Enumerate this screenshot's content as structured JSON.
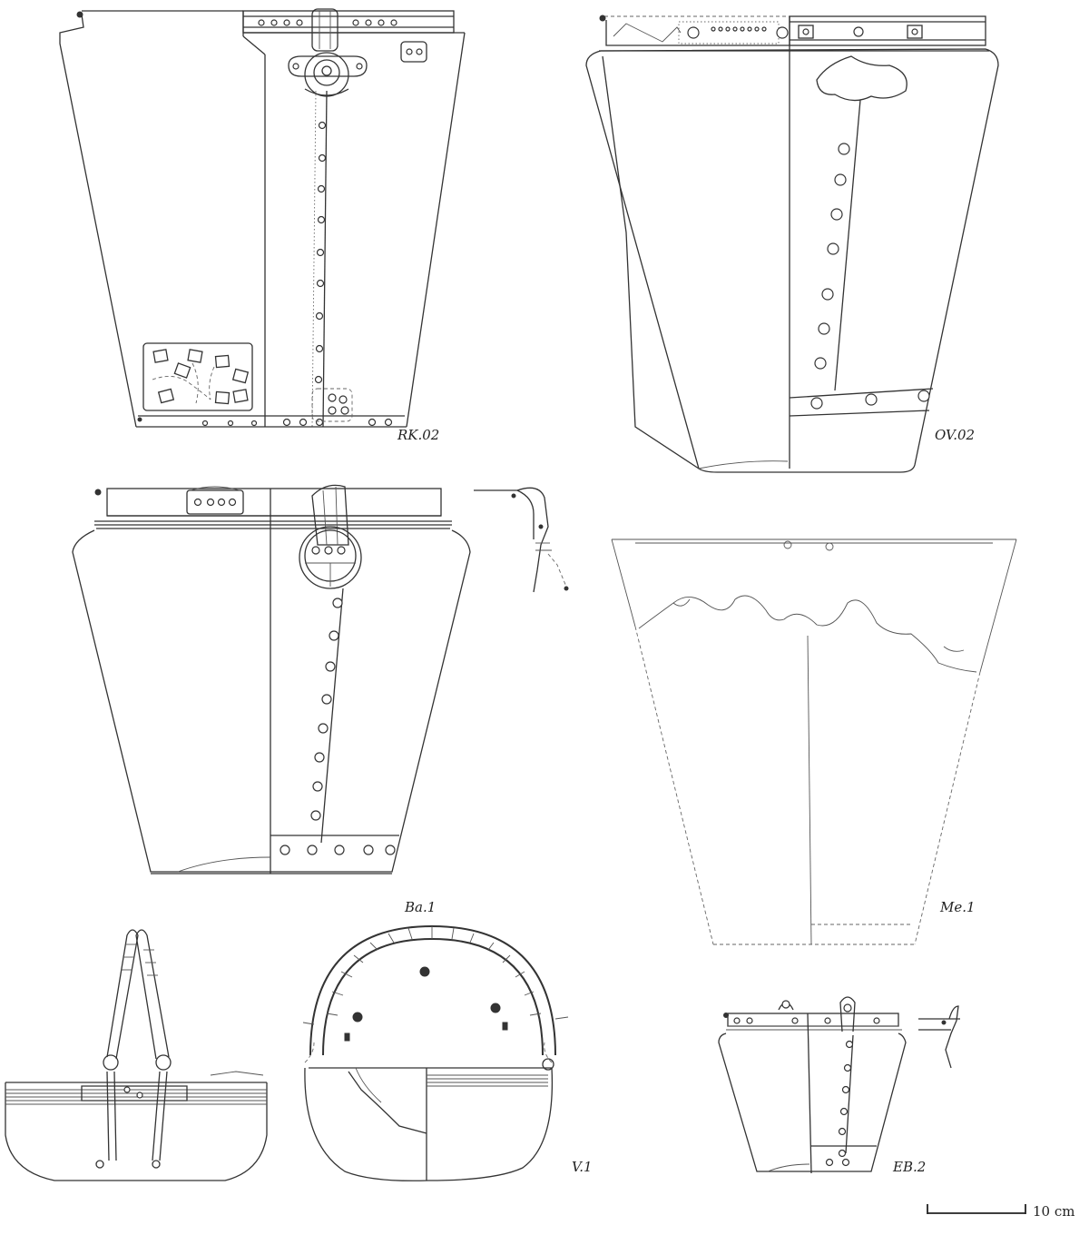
{
  "figure": {
    "labels": {
      "rk02": "RK.02",
      "ov02": "OV.02",
      "ba1": "Ba.1",
      "me1": "Me.1",
      "v1": "V.1",
      "eb2": "EB.2"
    },
    "scale_bar": {
      "text": "10 cm"
    }
  }
}
